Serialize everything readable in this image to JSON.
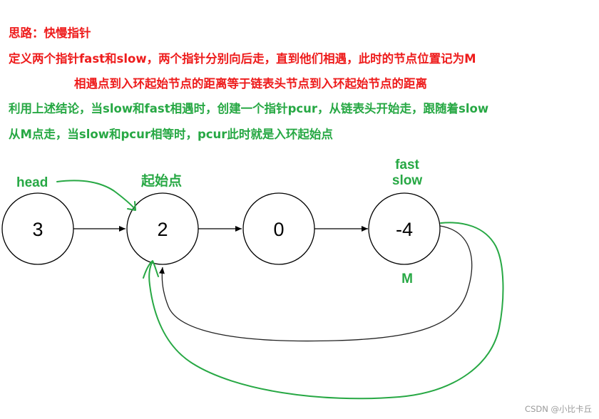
{
  "text": {
    "heading": "思路：快慢指针",
    "line1": "定义两个指针fast和slow，两个指针分别向后走，直到他们相遇，此时的节点位置记为M",
    "line2": "相遇点到入环起始节点的距离等于链表头节点到入环起始节点的距离",
    "line3": "利用上述结论，当slow和fast相遇时，创建一个指针pcur，从链表头开始走，跟随着slow",
    "line4": "从M点走，当slow和pcur相等时，pcur此时就是入环起始点"
  },
  "colors": {
    "red": "#ee1c1c",
    "green": "#27a844",
    "black": "#000000"
  },
  "diagram": {
    "nodes": [
      {
        "id": "n3",
        "value": "3"
      },
      {
        "id": "n2",
        "value": "2"
      },
      {
        "id": "n0",
        "value": "0"
      },
      {
        "id": "n-4",
        "value": "-4"
      }
    ],
    "edges": [
      {
        "from": "3",
        "to": "2"
      },
      {
        "from": "2",
        "to": "0"
      },
      {
        "from": "0",
        "to": "-4"
      },
      {
        "from": "-4",
        "to": "2",
        "kind": "cycle"
      }
    ],
    "labels": {
      "head": "head",
      "start": "起始点",
      "fast": "fast",
      "slow": "slow",
      "meet": "M"
    }
  },
  "watermark": "CSDN @小比卡丘"
}
